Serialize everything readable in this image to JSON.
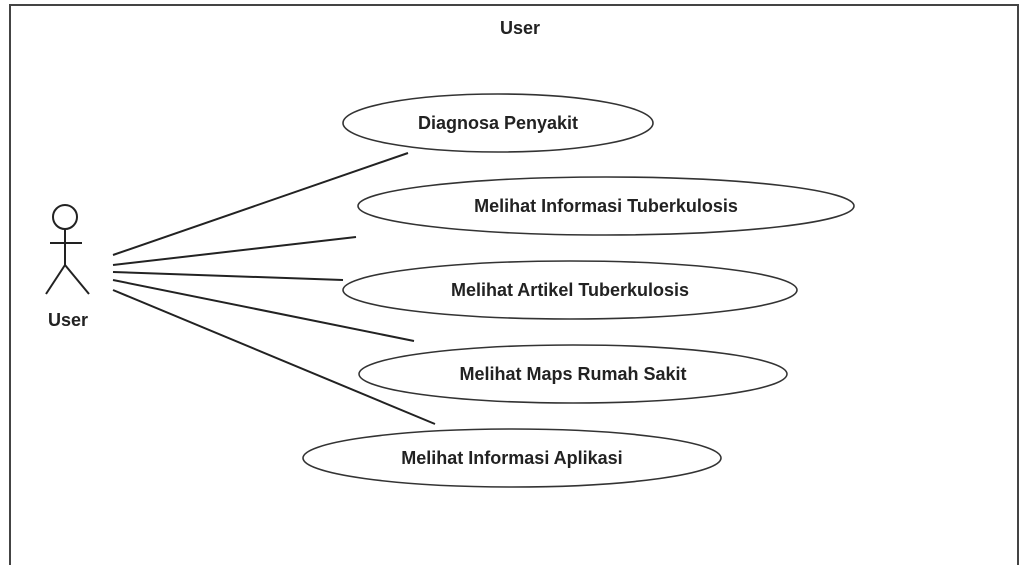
{
  "diagram": {
    "system_boundary": {
      "title": "User"
    },
    "actor": {
      "label": "User"
    },
    "use_cases": [
      {
        "label": "Diagnosa Penyakit"
      },
      {
        "label": "Melihat Informasi Tuberkulosis"
      },
      {
        "label": "Melihat Artikel Tuberkulosis"
      },
      {
        "label": "Melihat Maps Rumah Sakit"
      },
      {
        "label": "Melihat Informasi Aplikasi"
      }
    ]
  }
}
